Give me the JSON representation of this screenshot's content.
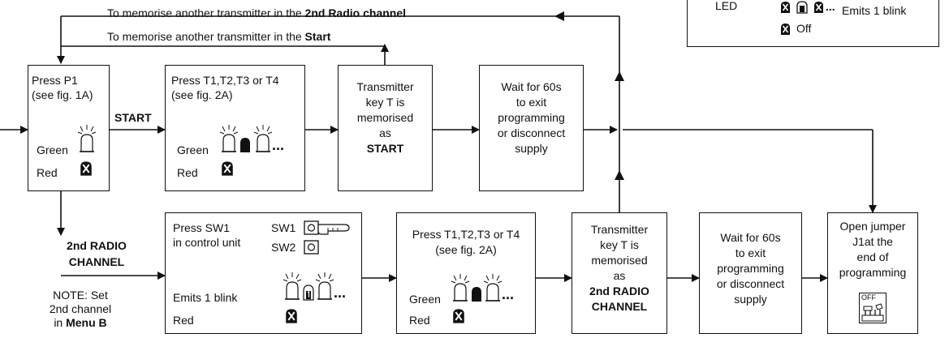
{
  "legend": {
    "led_label": "LED",
    "emits_blink": "Emits 1 blink",
    "off": "Off"
  },
  "loops": {
    "second_channel": "To memorise another transmitter in the ",
    "second_channel_bold": "2nd Radio channel",
    "start": "To memorise another transmitter in the ",
    "start_bold": "Start"
  },
  "start_row": {
    "press_p1": {
      "line1": "Press P1",
      "line2": "(see fig. 1A)",
      "green": "Green",
      "red": "Red"
    },
    "start_label": "START",
    "press_t": {
      "line1": "Press T1,T2,T3 or T4",
      "line2": "(see fig. 2A)",
      "green": "Green",
      "red": "Red",
      "dots": "..."
    },
    "memorised": {
      "line1": "Transmitter",
      "line2": "key T is",
      "line3": "memorised",
      "line4": "as",
      "line5": "START"
    },
    "wait": {
      "line1": "Wait for 60s",
      "line2": "to exit",
      "line3": "programming",
      "line4": "or disconnect",
      "line5": "supply"
    }
  },
  "radio_row": {
    "branch_label_1": "2nd RADIO",
    "branch_label_2": "CHANNEL",
    "note_1": "NOTE: Set",
    "note_2": "2nd channel",
    "note_3": "in ",
    "note_3_bold": "Menu B",
    "press_sw1": {
      "line1": "Press SW1",
      "line2": "in control unit",
      "sw1": "SW1",
      "sw2": "SW2",
      "emits": "Emits 1 blink",
      "red": "Red",
      "dots": "..."
    },
    "press_t": {
      "line1": "Press T1,T2,T3 or T4",
      "line2": "(see fig. 2A)",
      "green": "Green",
      "red": "Red",
      "dots": "..."
    },
    "memorised": {
      "line1": "Transmitter",
      "line2": "key T is",
      "line3": "memorised",
      "line4": "as",
      "line5": "2nd RADIO",
      "line6": "CHANNEL"
    },
    "wait": {
      "line1": "Wait for 60s",
      "line2": "to exit",
      "line3": "programming",
      "line4": "or disconnect",
      "line5": "supply"
    },
    "jumper": {
      "line1": "Open jumper",
      "line2": "J1at the",
      "line3": "end of",
      "line4": "programming",
      "off": "OFF"
    }
  }
}
